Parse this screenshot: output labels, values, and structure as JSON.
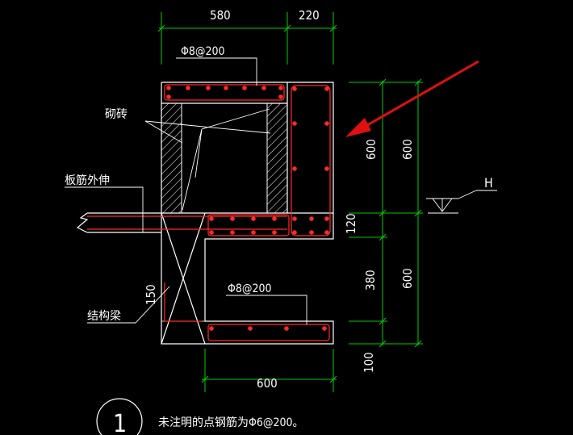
{
  "colors": {
    "background": "#000000",
    "outline": "#ffffff",
    "dimension": "#00cc00",
    "rebar": "#ff2a2a",
    "arrow": "#e01010",
    "hatch": "#ffffff"
  },
  "dimensions": {
    "top_left": "580",
    "top_right": "220",
    "inner_upper": "600",
    "outer_upper": "600",
    "inner_gap": "120",
    "inner_lower": "380",
    "outer_lower": "600",
    "bottom_width": "600",
    "bottom_thickness": "100",
    "beam_depth": "150"
  },
  "labels": {
    "rebar_top": "Φ8@200",
    "rebar_bottom": "Φ8@200",
    "masonry": "砌砖",
    "slab_extension": "板筋外伸",
    "structural_beam": "结构梁",
    "level_mark": "H"
  },
  "note": {
    "number": "1",
    "text": "未注明的点钢筋为Φ6@200。"
  }
}
